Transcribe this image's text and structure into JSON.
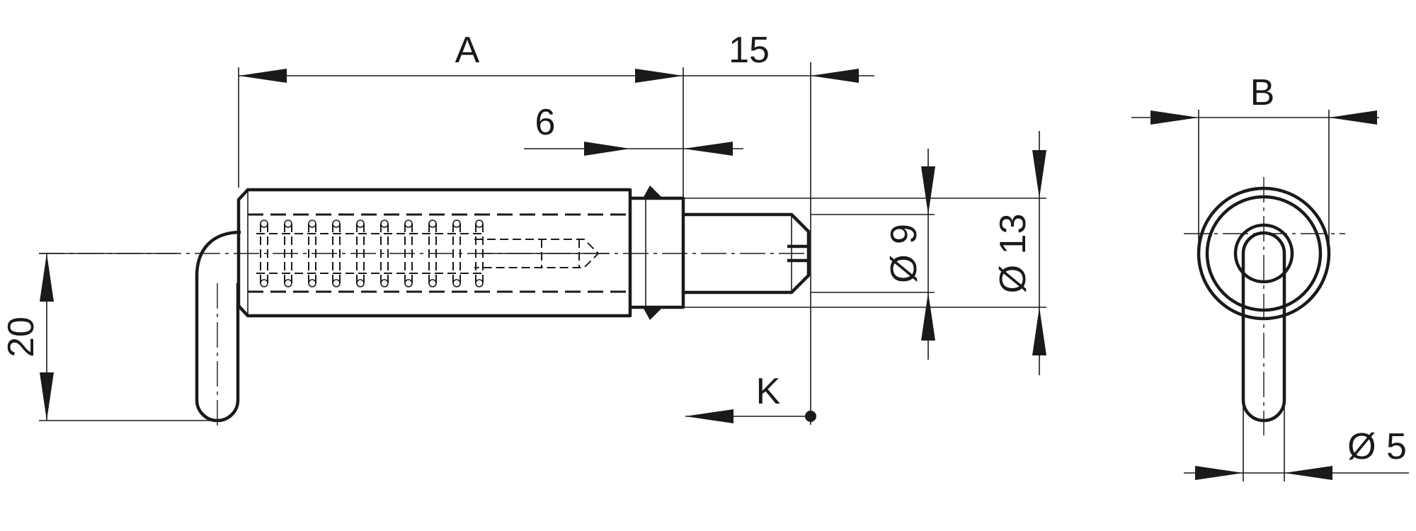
{
  "dimensions": {
    "a": "A",
    "fifteen": "15",
    "six": "6",
    "dia9": "Ø 9",
    "dia13": "Ø 13",
    "twenty": "20",
    "k": "K",
    "b": "B",
    "dia5": "Ø 5"
  }
}
